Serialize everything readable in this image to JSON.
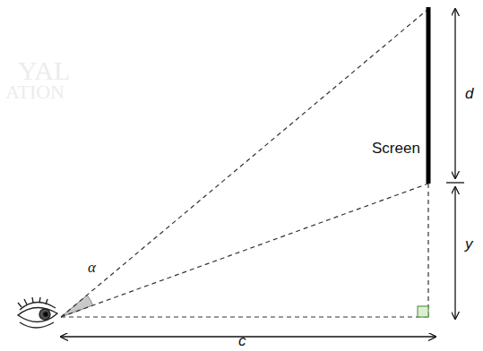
{
  "diagram": {
    "labels": [
      "YAL",
      "ATION",
      "Screen",
      "α",
      "d",
      "y",
      "c"
    ]
  }
}
